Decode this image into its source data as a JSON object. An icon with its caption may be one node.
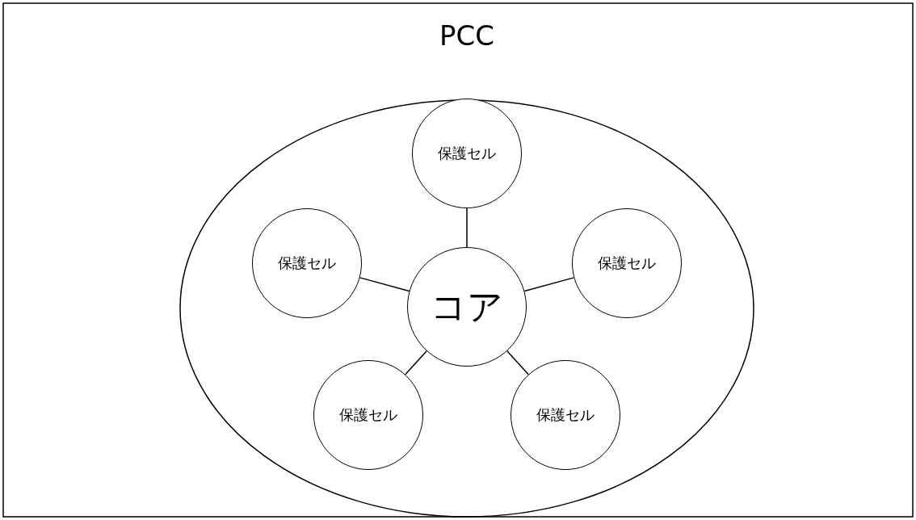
{
  "diagram": {
    "nodes": [
      {
        "text": [
          "PCC"
        ]
      },
      {
        "text": [
          "保護セル"
        ],
        "in": 0
      },
      {
        "text": [
          "保護セル"
        ],
        "in": 0
      },
      {
        "text": [
          "コア"
        ],
        "in": 0
      },
      {
        "text": [
          "保護セル"
        ],
        "in": 0
      },
      {
        "text": [
          "保護セル"
        ],
        "in": 0
      },
      {
        "text": [
          "保護セル"
        ],
        "in": 0
      }
    ],
    "edges": [
      {
        "from": 3,
        "to": 1,
        "arrow": "none"
      },
      {
        "from": 3,
        "to": 2,
        "arrow": "none"
      },
      {
        "from": 3,
        "to": 4,
        "arrow": "none"
      },
      {
        "from": 3,
        "to": 5,
        "arrow": "none"
      },
      {
        "from": 3,
        "to": 6,
        "arrow": "none"
      }
    ]
  }
}
